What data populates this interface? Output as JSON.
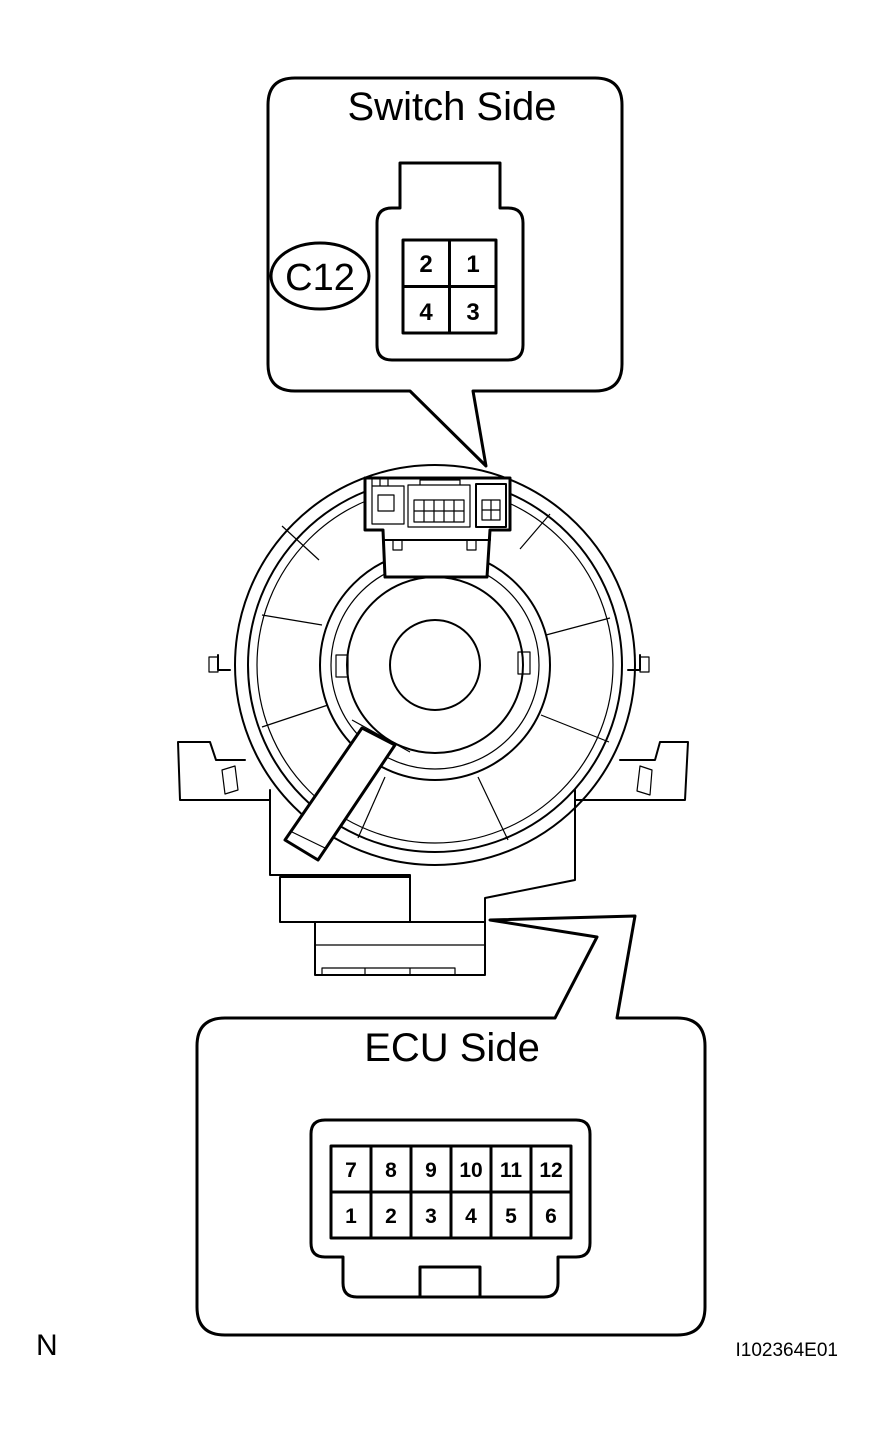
{
  "switch_side": {
    "title": "Switch Side",
    "connector_tag": "C12",
    "pins": [
      "2",
      "1",
      "4",
      "3"
    ]
  },
  "ecu_side": {
    "title": "ECU Side",
    "pins_top": [
      "7",
      "8",
      "9",
      "10",
      "11",
      "12"
    ],
    "pins_bottom": [
      "1",
      "2",
      "3",
      "4",
      "5",
      "6"
    ]
  },
  "corner_label": "N",
  "figure_id": "I102364E01"
}
